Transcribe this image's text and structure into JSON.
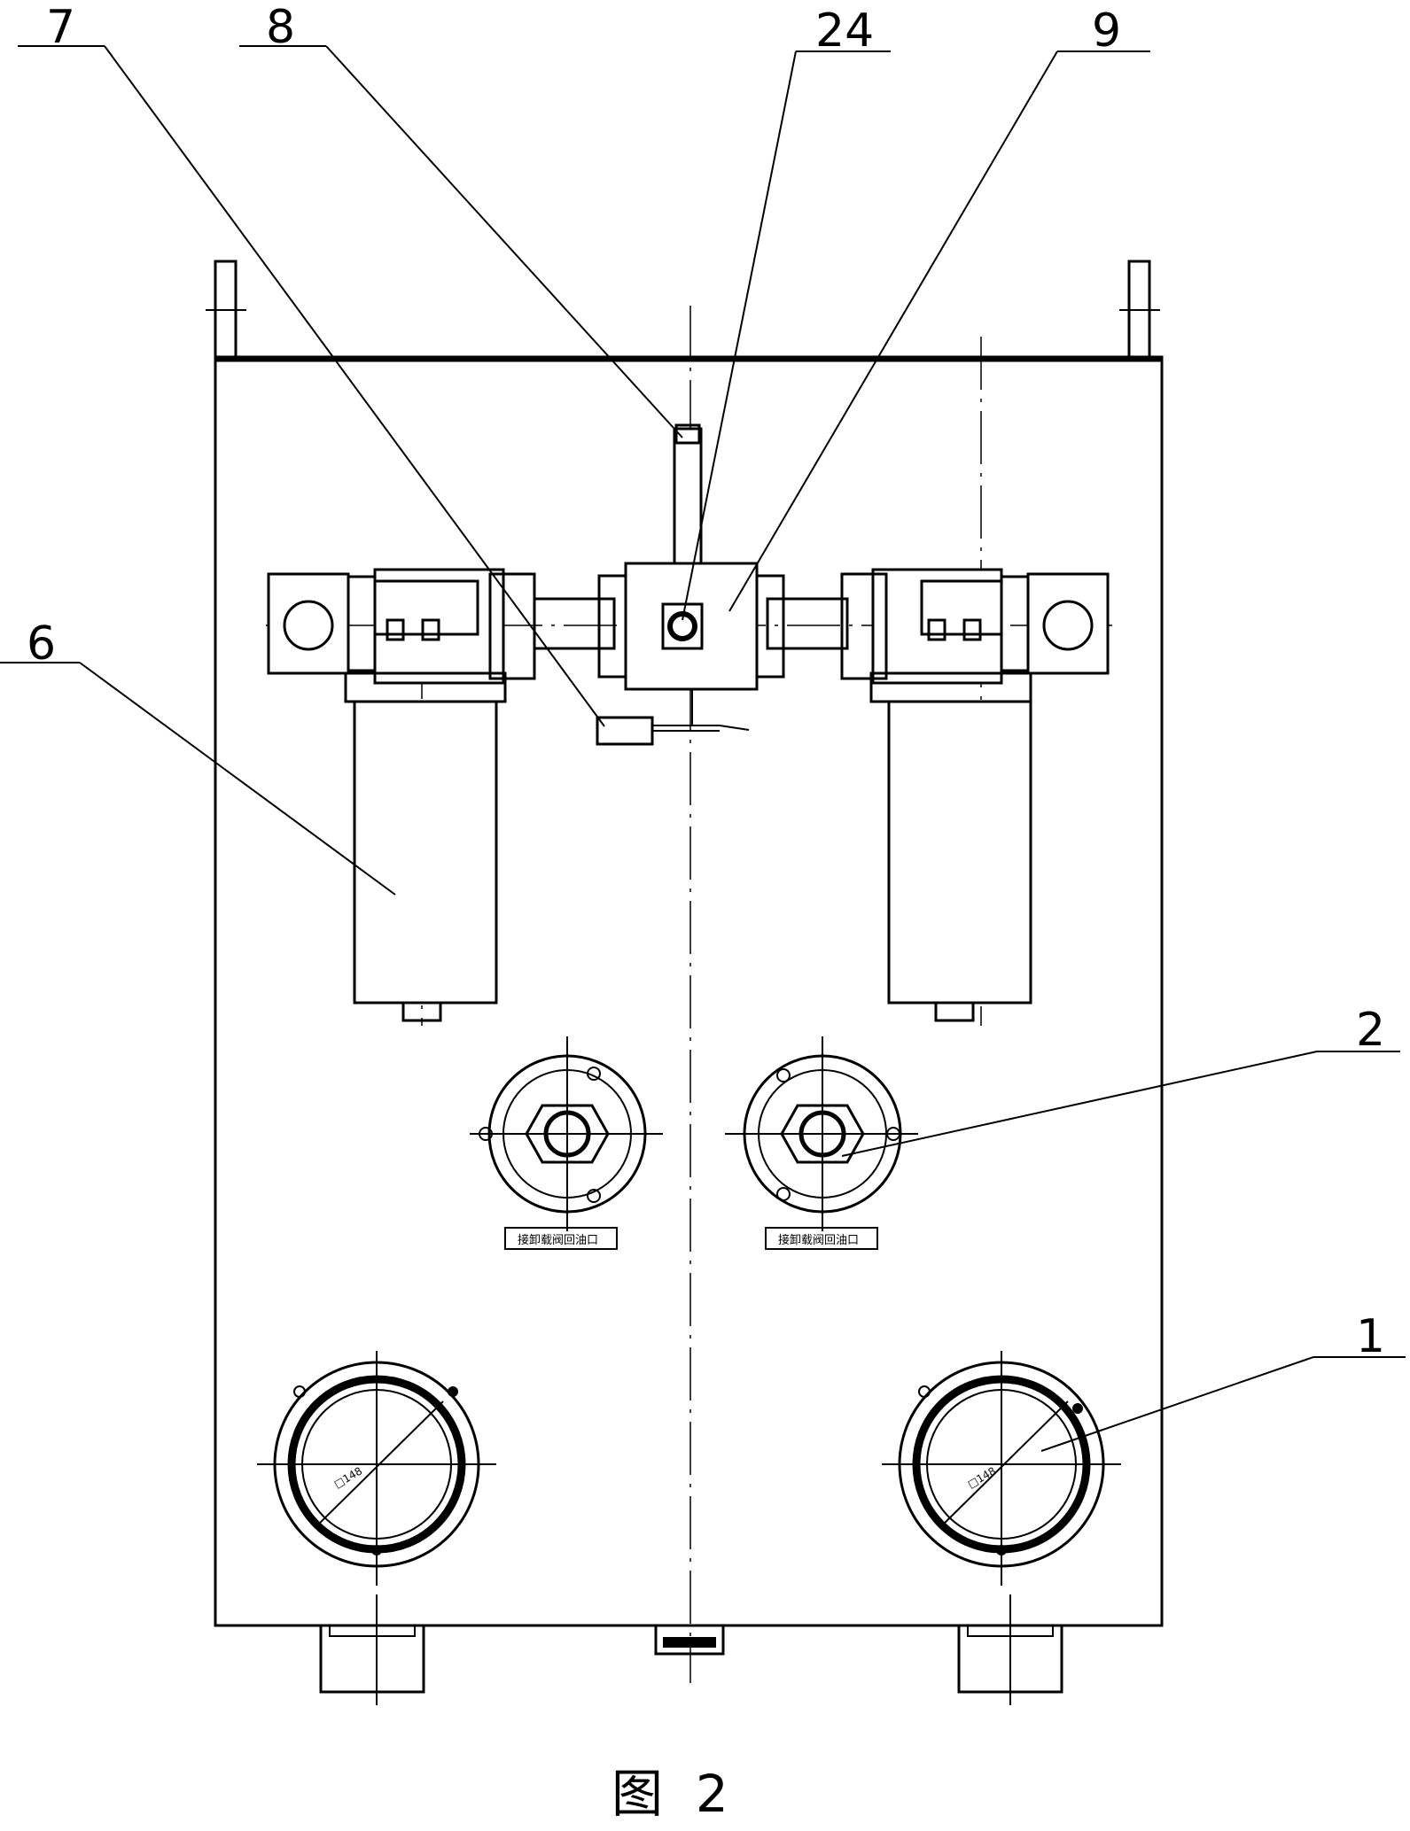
{
  "labels": {
    "l7": "7",
    "l8": "8",
    "l24": "24",
    "l9": "9",
    "l6": "6",
    "l2": "2",
    "l1": "1"
  },
  "caption": "图  2",
  "valve_tags": [
    "接卸载阀回油口",
    "接卸载阀回油口"
  ],
  "dimension_marks": [
    "□148",
    "□148"
  ]
}
